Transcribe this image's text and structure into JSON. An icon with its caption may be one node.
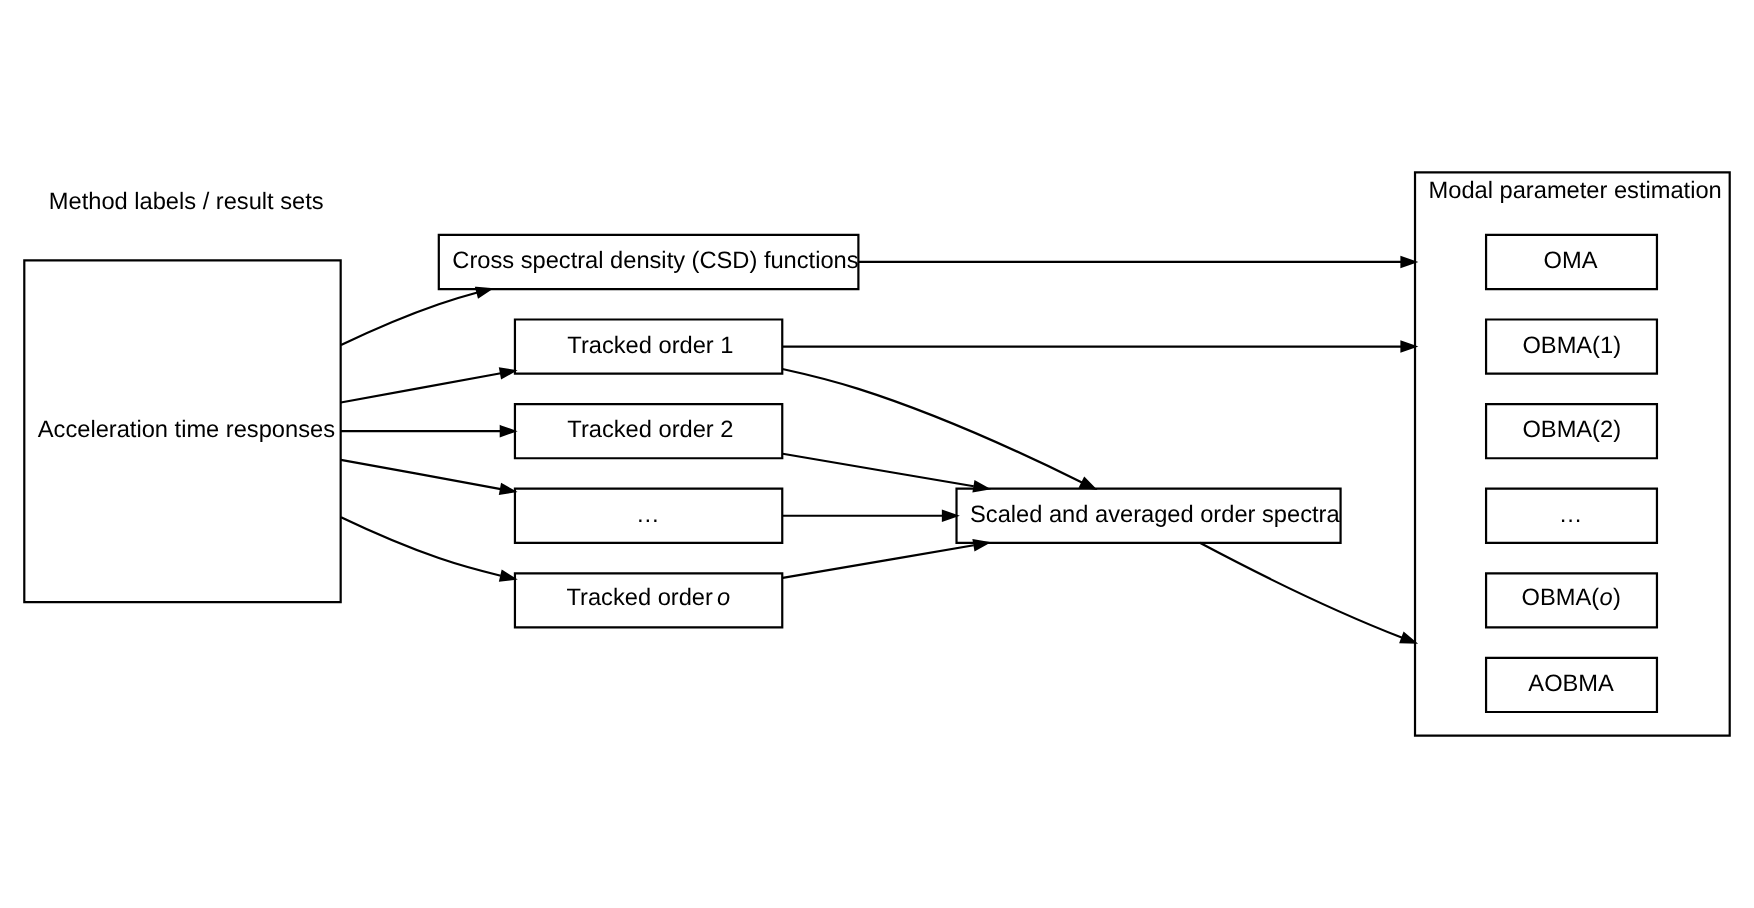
{
  "diagram": {
    "nodes": [
      {
        "text": [
          "Acceleration time responses"
        ]
      },
      {
        "text": [
          "Cross spectral density (CSD) functions"
        ]
      },
      {
        "text": [
          "Tracked order 1"
        ]
      },
      {
        "text": [
          "Tracked order 2"
        ]
      },
      {
        "text": [
          "…"
        ]
      },
      {
        "text": [
          "Tracked order *o*"
        ]
      },
      {
        "text": [
          "Scaled and averaged order spectra"
        ]
      },
      {
        "text": [
          "Modal parameter estimation"
        ]
      },
      {
        "text": [
          "OMA"
        ],
        "in": 7
      },
      {
        "text": [
          "OBMA(1)"
        ],
        "in": 7
      },
      {
        "text": [
          "OBMA(2)"
        ],
        "in": 7
      },
      {
        "text": [
          "…"
        ],
        "in": 7
      },
      {
        "text": [
          "OBMA(*o*)"
        ],
        "in": 7
      },
      {
        "text": [
          "AOBMA"
        ],
        "in": 7
      }
    ],
    "edges": [
      {
        "from": 0,
        "to": 1,
        "arrow": "to"
      },
      {
        "from": 0,
        "to": 2,
        "arrow": "to"
      },
      {
        "from": 0,
        "to": 3,
        "arrow": "to"
      },
      {
        "from": 0,
        "to": 4,
        "arrow": "to"
      },
      {
        "from": 0,
        "to": 5,
        "arrow": "to"
      },
      {
        "from": 1,
        "to": 7,
        "arrow": "to"
      },
      {
        "from": 2,
        "to": 7,
        "arrow": "to"
      },
      {
        "from": 2,
        "to": 6,
        "arrow": "to"
      },
      {
        "from": 3,
        "to": 6,
        "arrow": "to"
      },
      {
        "from": 4,
        "to": 6,
        "arrow": "to"
      },
      {
        "from": 5,
        "to": 6,
        "arrow": "to"
      },
      {
        "from": 6,
        "to": 7,
        "arrow": "to"
      }
    ],
    "labels": [
      "Method labels / result sets"
    ]
  }
}
